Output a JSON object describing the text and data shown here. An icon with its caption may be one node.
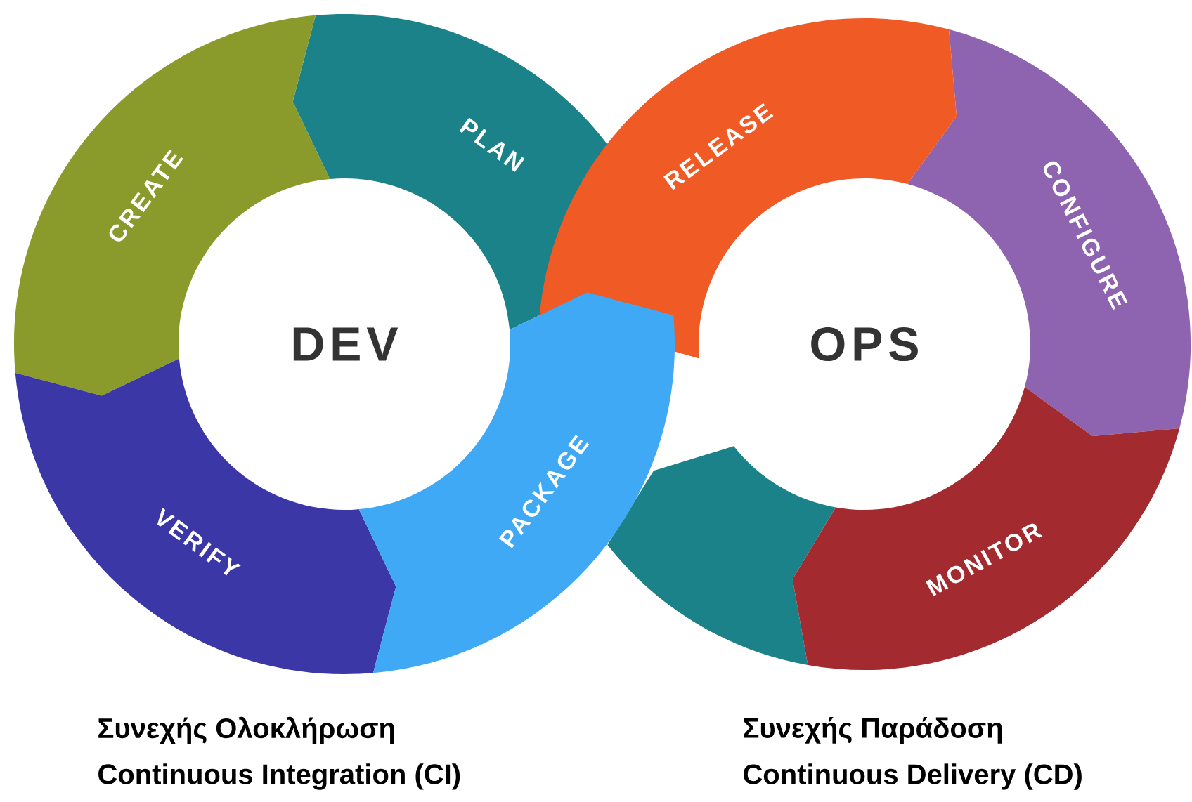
{
  "diagram": {
    "nodes": [
      {
        "text": [
          "PLAN"
        ]
      },
      {
        "text": [],
        "shape": "arc"
      },
      {
        "text": [
          "CREATE"
        ]
      },
      {
        "text": [
          "VERIFY"
        ]
      },
      {
        "text": [
          "CONFIGURE"
        ]
      },
      {
        "text": [
          "MONITOR"
        ]
      },
      {
        "text": [
          "RELEASE"
        ]
      },
      {
        "text": [
          "PACKAGE"
        ]
      }
    ],
    "labels": [
      "DEV",
      "OPS",
      "Συνεχής Ολοκλήρωση",
      "Συνεχής Παράδοση",
      "Continuous Integration (CI)",
      "Continuous Delivery (CD)"
    ]
  }
}
